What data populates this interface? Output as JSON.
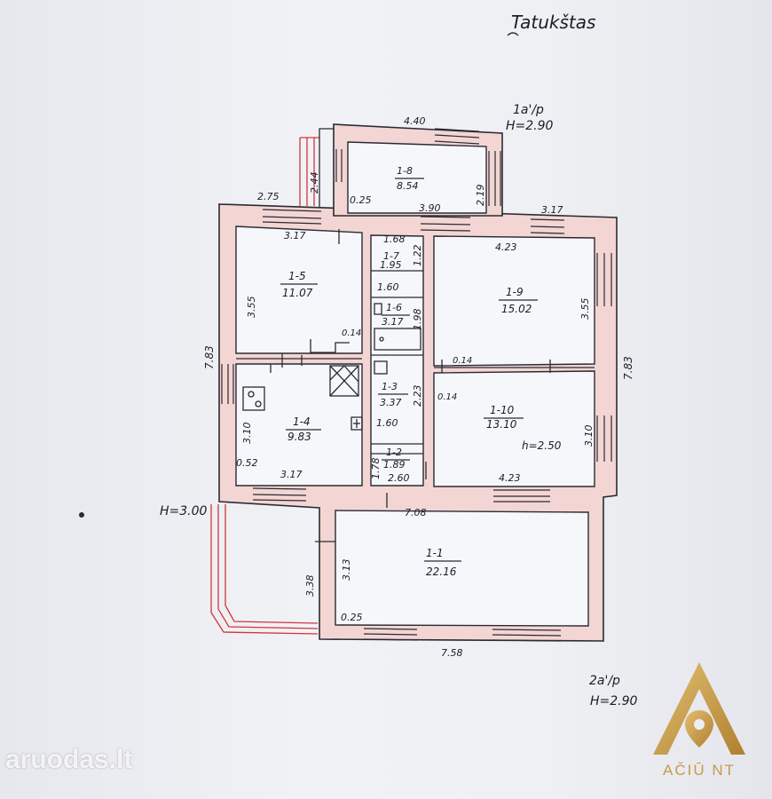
{
  "title": "Tatukštas",
  "floor_notes": {
    "annex_top": "1a'/p",
    "annex_top_h": "H=2.90",
    "main_h": "H=3.00",
    "annex_bottom": "2a'/p",
    "annex_bottom_h": "H=2.90"
  },
  "rooms": [
    {
      "id": "r8",
      "label": "1-8",
      "area": "8.54"
    },
    {
      "id": "r7",
      "label": "1-7",
      "area": "1.95"
    },
    {
      "id": "r6",
      "label": "1-6",
      "area": "3.17"
    },
    {
      "id": "r5",
      "label": "1-5",
      "area": "11.07"
    },
    {
      "id": "r9",
      "label": "1-9",
      "area": "15.02"
    },
    {
      "id": "r4",
      "label": "1-4",
      "area": "9.83"
    },
    {
      "id": "r3",
      "label": "1-3",
      "area": "3.37"
    },
    {
      "id": "r2",
      "label": "1-2",
      "area": "1.89"
    },
    {
      "id": "r10",
      "label": "1-10",
      "area": "13.10"
    },
    {
      "id": "r1",
      "label": "1-1",
      "area": "22.16"
    }
  ],
  "dimensions": {
    "d_440": "4.40",
    "d_244": "2.44",
    "d_025a": "0.25",
    "d_390": "3.90",
    "d_219": "2.19",
    "d_275": "2.75",
    "d_317_top": "3.17",
    "d_317_left": "3.17",
    "d_168": "1.68",
    "d_122": "1.22",
    "d_423_top": "4.23",
    "d_160a": "1.60",
    "d_198": "1.98",
    "d_355_left": "3.55",
    "d_355_right": "3.55",
    "d_014a": "0.14",
    "d_014b": "0.14",
    "d_014c": "0.14",
    "d_783_left": "7.83",
    "d_783_right": "7.83",
    "d_223": "2.23",
    "d_310_left": "3.10",
    "d_310_right": "3.10",
    "d_160b": "1.60",
    "d_h250": "h=2.50",
    "d_052": "0.52",
    "d_317_bottom": "3.17",
    "d_178": "1.78",
    "d_260": "2.60",
    "d_423_bottom": "4.23",
    "d_708": "7.08",
    "d_338": "3.38",
    "d_313": "3.13",
    "d_025b": "0.25",
    "d_758": "7.58"
  },
  "watermark": "aruodas.lt",
  "logo_text": "AČIŪ NT",
  "colors": {
    "wall_fill": "#f3d6d3",
    "ink": "#2a2a33",
    "red": "#d2343d",
    "logo_gold": "#c99a45"
  }
}
